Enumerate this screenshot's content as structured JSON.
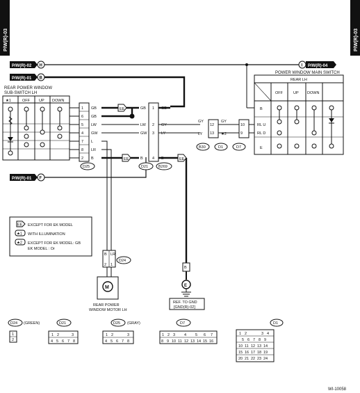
{
  "side_tabs": {
    "left": "P/W(R)-03",
    "right": "P/W(R)-03"
  },
  "refs": {
    "h": "P/W(R)-02",
    "h_letter": "H",
    "b": "P/W(R)-01",
    "b_letter": "B",
    "i": "P/W(R)-04",
    "i_letter": "I",
    "f": "P/W(R)-01",
    "f_letter": "F"
  },
  "sub_switch": {
    "title1": "REAR POWER WINDOW",
    "title2": "SUB-SWITCH LH",
    "cols": [
      "★1",
      "OFF",
      "UP",
      "DOWN"
    ],
    "pins": [
      "1",
      "6",
      "5",
      "4",
      "7",
      "8",
      "2"
    ],
    "wires": [
      "GB",
      "GB",
      "LW",
      "GW",
      "L",
      "LR",
      "B"
    ],
    "conn": "D25"
  },
  "main_switch": {
    "title": "POWER WINDOW MAIN SWITCH",
    "subtitle": "REAR LH",
    "cols": [
      "OFF",
      "UP",
      "DOWN"
    ],
    "rows": [
      "B",
      "RL U",
      "RL D",
      "E"
    ]
  },
  "mid_conn": {
    "left_wires": [
      "GB",
      "LW",
      "GW",
      "B"
    ],
    "pins": [
      "1",
      "2",
      "3",
      "4"
    ],
    "right_wires": [
      "GB",
      "GY",
      "LY",
      "B"
    ],
    "label": "D21",
    "label2": "B269",
    "ee": "EE"
  },
  "right_conns": {
    "left_wires": [
      "GY",
      "LY"
    ],
    "left_pins": [
      "12",
      "13"
    ],
    "right_wires": [
      "GY",
      "★2"
    ],
    "right_pins": [
      "10",
      "9"
    ],
    "labels": [
      "B30",
      "D1",
      "D7"
    ]
  },
  "motor": {
    "label": "D24",
    "title1": "REAR POWER",
    "title2": "WINDOW MOTOR LH",
    "letter": "M",
    "wire1": "B",
    "wire2": "LR",
    "pins": [
      "2",
      "1"
    ]
  },
  "ground": {
    "letter": "E",
    "ref1": "REF. TO GND",
    "ref2": "[GND(R)-02]",
    "wire": "B"
  },
  "legend": [
    {
      "sym": "EE",
      "text": "EXCEPT FOR EK MODEL"
    },
    {
      "sym": "★1",
      "text": "WITH ILLUMINATION"
    },
    {
      "sym": "★2",
      "text": "EXCEPT FOR EK MODEL: GB",
      "text2": "EK MODEL : Or"
    }
  ],
  "connectors": [
    {
      "name": "D24",
      "note": "(GREEN)",
      "rows": [
        [
          "1"
        ],
        [
          "2"
        ]
      ]
    },
    {
      "name": "D21",
      "note": "",
      "rows": [
        [
          "1",
          "2",
          "3"
        ],
        [
          "4",
          "5",
          "6",
          "7",
          "8"
        ]
      ]
    },
    {
      "name": "D25",
      "note": "(GRAY)",
      "rows": [
        [
          "1",
          "2",
          "3"
        ],
        [
          "4",
          "5",
          "6",
          "7",
          "8"
        ]
      ]
    },
    {
      "name": "D7",
      "note": "",
      "rows": [
        [
          "1",
          "2",
          "3",
          "4",
          "5",
          "6",
          "7"
        ],
        [
          "8",
          "9",
          "10",
          "11",
          "12",
          "13",
          "14",
          "15",
          "16"
        ]
      ]
    },
    {
      "name": "D1",
      "note": "",
      "rows": [
        [
          "1",
          "2",
          "3",
          "4"
        ],
        [
          "5",
          "6",
          "7",
          "8",
          "9"
        ],
        [
          "10",
          "11",
          "12",
          "13",
          "14"
        ],
        [
          "15",
          "16",
          "17",
          "18",
          "19"
        ],
        [
          "20",
          "21",
          "22",
          "23",
          "24"
        ]
      ]
    }
  ],
  "doc_code": "WI-10058"
}
